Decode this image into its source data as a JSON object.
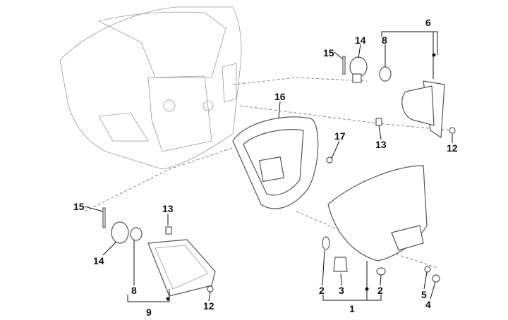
{
  "labels": {
    "top_right": {
      "group": "6",
      "bulb": "8",
      "socket": "14",
      "screw_top": "15",
      "nut": "13",
      "screw": "12"
    },
    "center": {
      "housing": "16",
      "screw": "17"
    },
    "bottom_left": {
      "screw_top": "15",
      "nut": "13",
      "socket": "14",
      "bulb": "8",
      "group": "9",
      "screw": "12"
    },
    "bottom_right": {
      "bulb_left": "2",
      "socket": "3",
      "bulb_right": "2",
      "group": "1",
      "washer": "5",
      "screw": "4"
    }
  }
}
